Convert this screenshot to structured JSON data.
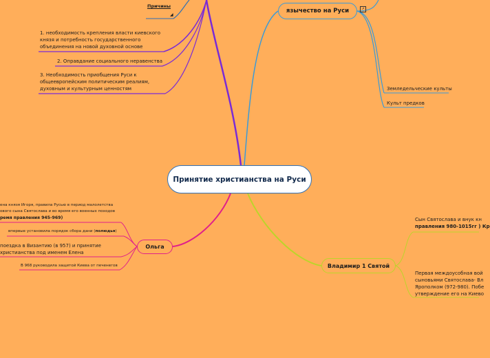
{
  "central": {
    "title": "Принятие христианства на Руси"
  },
  "paganism": {
    "title": "язычество на Руси",
    "items": [
      "Земледельческие культы",
      "Культ предков"
    ]
  },
  "reasons": {
    "title": "Причины",
    "items": [
      [
        "1. необходимость крепления власти киевского",
        "князя и потребность государственного",
        "объединения на новой духовной основе"
      ],
      [
        "2.  Оправдание социального неравенства"
      ],
      [
        "3. Необходимость приобщения Руси к",
        "общеевропейским политическим реалиям,",
        "духовным и культурным ценностям"
      ]
    ]
  },
  "olga": {
    "title": "Ольга",
    "items": {
      "bio_1": "ена князя Игоря, правила Русью в период малолетства",
      "bio_2": "ового сына Святослава и во время его военных походов",
      "bio_3": "ремя правления 945-969)",
      "poludye_1": "впервые установила порядок сбора дани (",
      "poludye_b": "полюдья",
      "poludye_2": ")",
      "byz_1": "поездка в Византию (в 957) и принятие",
      "byz_2": "христианства под именем Елена",
      "defense": "В 968 руководила защитой Киева от печенегов"
    }
  },
  "vladimir": {
    "title": "Владимир 1 Святой",
    "items": {
      "son_1": "Сын Святослава и внук кн",
      "son_2": "правления 980-1015гг )  Кр",
      "feud_1": "Первая междоусобная вой",
      "feud_2": "сыновьями Святослава- Вл",
      "feud_3": "Ярополком (972-980). Побе",
      "feud_4": "утверждение его на Киево"
    }
  },
  "colors": {
    "background": "#ffae5a",
    "blue": "#3a9ad8",
    "purple": "#7a2bd6",
    "pink": "#e0208a",
    "green": "#bcd42a",
    "central_border": "#2f6fb5"
  }
}
